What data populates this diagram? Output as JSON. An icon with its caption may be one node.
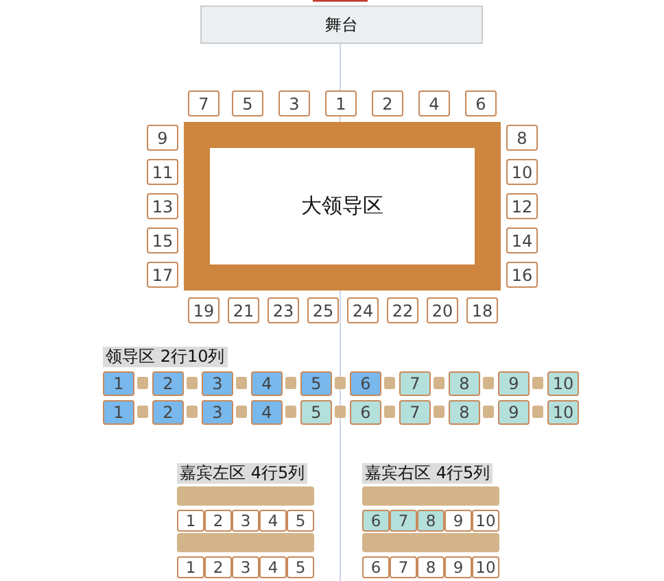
{
  "diagram": {
    "nodes": [
      {
        "text": [
          "舞台"
        ]
      },
      {
        "text": [
          "大领导区"
        ]
      },
      {
        "text": [
          "7"
        ]
      },
      {
        "text": [
          "5"
        ]
      },
      {
        "text": [
          "3"
        ]
      },
      {
        "text": [
          "1"
        ]
      },
      {
        "text": [
          "2"
        ]
      },
      {
        "text": [
          "4"
        ]
      },
      {
        "text": [
          "6"
        ]
      },
      {
        "text": [
          "9"
        ]
      },
      {
        "text": [
          "8"
        ]
      },
      {
        "text": [
          "11"
        ]
      },
      {
        "text": [
          "10"
        ]
      },
      {
        "text": [
          "13"
        ]
      },
      {
        "text": [
          "12"
        ]
      },
      {
        "text": [
          "15"
        ]
      },
      {
        "text": [
          "14"
        ]
      },
      {
        "text": [
          "17"
        ]
      },
      {
        "text": [
          "16"
        ]
      },
      {
        "text": [
          "19"
        ]
      },
      {
        "text": [
          "21"
        ]
      },
      {
        "text": [
          "23"
        ]
      },
      {
        "text": [
          "25"
        ]
      },
      {
        "text": [
          "24"
        ]
      },
      {
        "text": [
          "22"
        ]
      },
      {
        "text": [
          "20"
        ]
      },
      {
        "text": [
          "18"
        ]
      },
      {
        "text": [
          "1"
        ]
      },
      {
        "text": [
          "2"
        ]
      },
      {
        "text": [
          "3"
        ]
      },
      {
        "text": [
          "4"
        ]
      },
      {
        "text": [
          "5"
        ]
      },
      {
        "text": [
          "6"
        ]
      },
      {
        "text": [
          "7"
        ]
      },
      {
        "text": [
          "8"
        ]
      },
      {
        "text": [
          "9"
        ]
      },
      {
        "text": [
          "10"
        ]
      },
      {
        "text": [
          "1"
        ]
      },
      {
        "text": [
          "2"
        ]
      },
      {
        "text": [
          "3"
        ]
      },
      {
        "text": [
          "4"
        ]
      },
      {
        "text": [
          "5"
        ]
      },
      {
        "text": [
          "6"
        ]
      },
      {
        "text": [
          "7"
        ]
      },
      {
        "text": [
          "8"
        ]
      },
      {
        "text": [
          "9"
        ]
      },
      {
        "text": [
          "10"
        ]
      },
      {
        "text": [
          "1"
        ]
      },
      {
        "text": [
          "2"
        ]
      },
      {
        "text": [
          "3"
        ]
      },
      {
        "text": [
          "4"
        ]
      },
      {
        "text": [
          "5"
        ]
      },
      {
        "text": [
          "6"
        ]
      },
      {
        "text": [
          "7"
        ]
      },
      {
        "text": [
          "8"
        ]
      },
      {
        "text": [
          "9"
        ]
      },
      {
        "text": [
          "10"
        ]
      },
      {
        "text": [
          "1"
        ]
      },
      {
        "text": [
          "2"
        ]
      },
      {
        "text": [
          "3"
        ]
      },
      {
        "text": [
          "4"
        ]
      },
      {
        "text": [
          "5"
        ]
      },
      {
        "text": [
          "6"
        ]
      },
      {
        "text": [
          "7"
        ]
      },
      {
        "text": [
          "8"
        ]
      },
      {
        "text": [
          "9"
        ]
      },
      {
        "text": [
          "10"
        ]
      },
      {
        "text": [],
        "shape": "bar"
      },
      {
        "text": [],
        "shape": "bar"
      },
      {
        "text": [],
        "shape": "bar"
      },
      {
        "text": [],
        "shape": "bar"
      }
    ],
    "labels": [
      "领导区 2行10列",
      "嘉宾左区 4行5列",
      "嘉宾右区 4行5列"
    ]
  }
}
